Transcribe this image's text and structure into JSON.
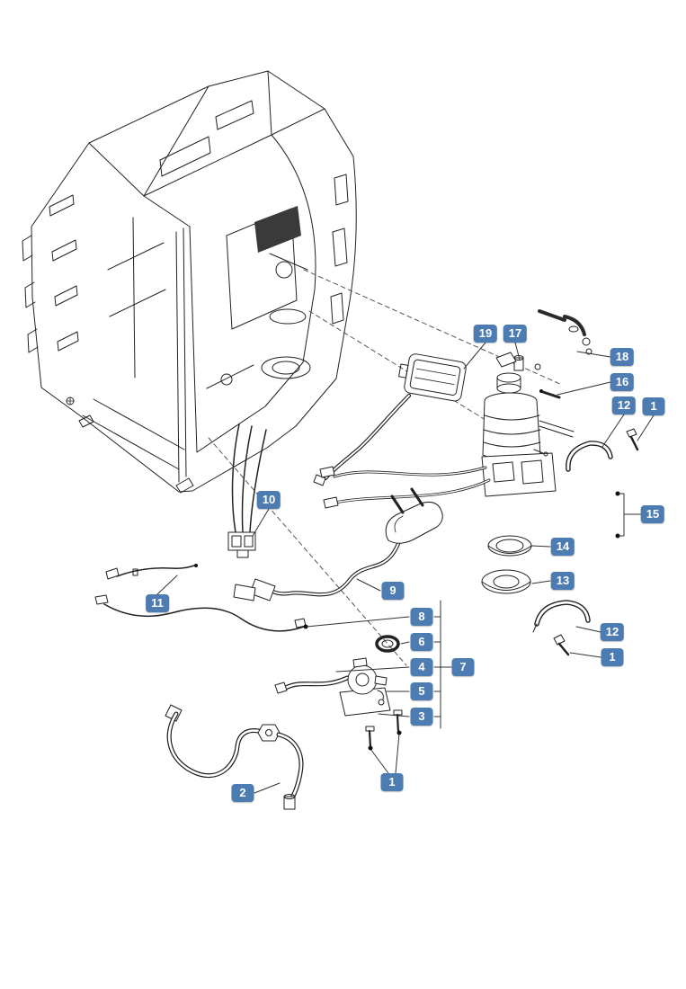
{
  "diagram": {
    "figure_type": "exploded-parts-diagram",
    "badge_color": "#4d7cb2",
    "background_color": "#ffffff",
    "callouts": [
      {
        "id": "19",
        "label": "19"
      },
      {
        "id": "17",
        "label": "17"
      },
      {
        "id": "18",
        "label": "18"
      },
      {
        "id": "16",
        "label": "16"
      },
      {
        "id": "12-upper",
        "label": "12"
      },
      {
        "id": "1-upper",
        "label": "1"
      },
      {
        "id": "15",
        "label": "15"
      },
      {
        "id": "10",
        "label": "10"
      },
      {
        "id": "14",
        "label": "14"
      },
      {
        "id": "13",
        "label": "13"
      },
      {
        "id": "9",
        "label": "9"
      },
      {
        "id": "11",
        "label": "11"
      },
      {
        "id": "8",
        "label": "8"
      },
      {
        "id": "6",
        "label": "6"
      },
      {
        "id": "4",
        "label": "4"
      },
      {
        "id": "7",
        "label": "7"
      },
      {
        "id": "5",
        "label": "5"
      },
      {
        "id": "3",
        "label": "3"
      },
      {
        "id": "12-lower",
        "label": "12"
      },
      {
        "id": "1-lower",
        "label": "1"
      },
      {
        "id": "1-bottom",
        "label": "1"
      },
      {
        "id": "2",
        "label": "2"
      }
    ]
  }
}
